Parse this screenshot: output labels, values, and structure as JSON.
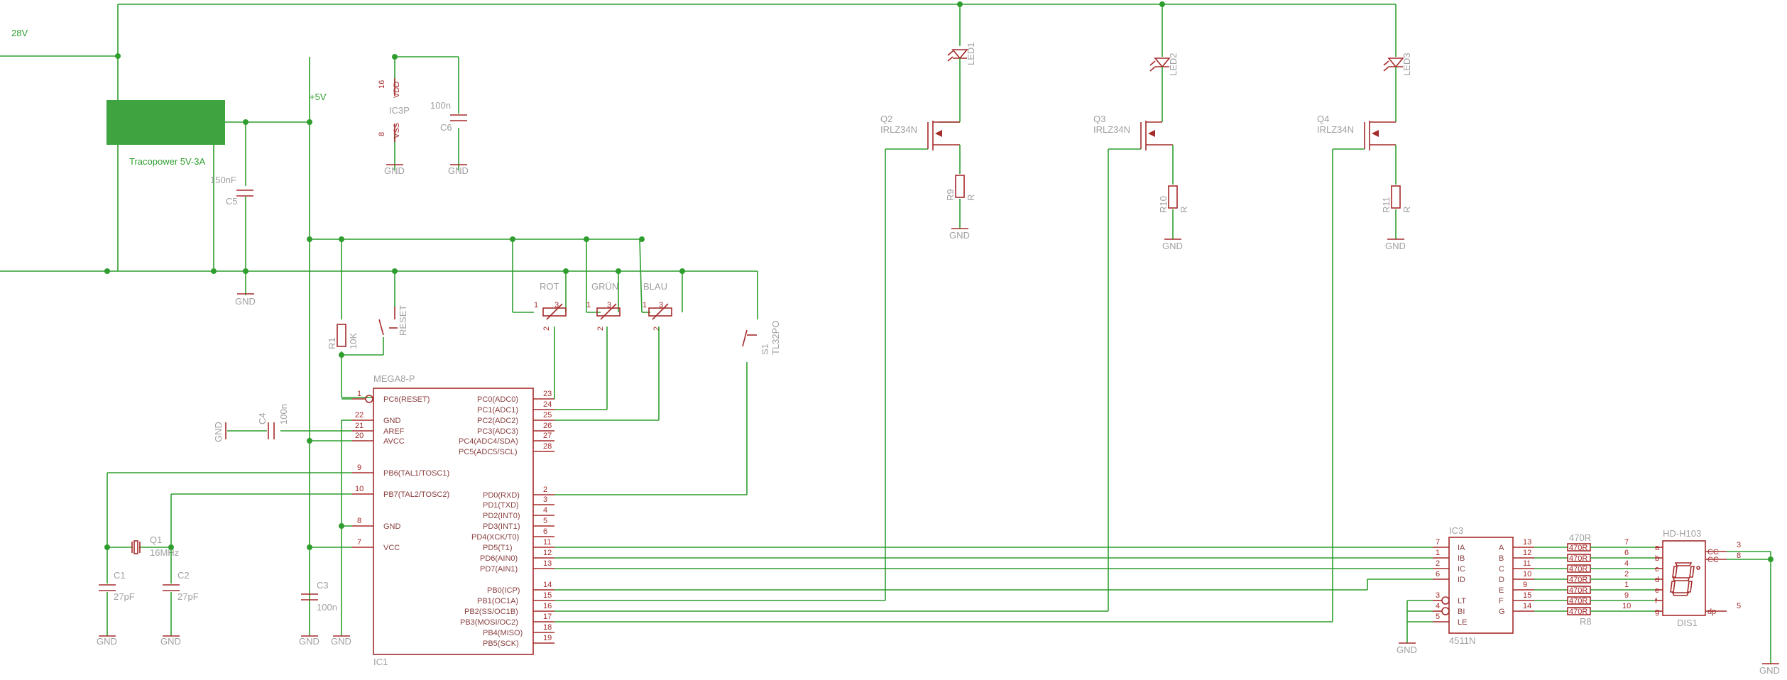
{
  "nets": {
    "v28": "28V",
    "v5": "+5V"
  },
  "gnd": "GND",
  "supply": {
    "label": "Tracopower 5V-3A"
  },
  "caps": {
    "c5": {
      "name": "C5",
      "value": "150nF"
    },
    "c6": {
      "name": "C6",
      "value": "100n"
    },
    "c4": {
      "name": "C4",
      "value": "100n"
    },
    "c3": {
      "name": "C3",
      "value": "100n"
    },
    "c1": {
      "name": "C1",
      "value": "27pF"
    },
    "c2": {
      "name": "C2",
      "value": "27pF"
    }
  },
  "ic3p": {
    "name": "IC3P",
    "vdd": "VDD",
    "vss": "VSS",
    "pin_top": "16",
    "pin_bot": "8"
  },
  "r1": {
    "name": "R1",
    "value": "10K"
  },
  "reset": {
    "name": "RESET"
  },
  "s1": {
    "name": "S1",
    "value": "TL32PO"
  },
  "pots": [
    {
      "name": "ROT"
    },
    {
      "name": "GRÜN"
    },
    {
      "name": "BLAU"
    }
  ],
  "pot_pins": {
    "a": "1",
    "b": "2",
    "c": "3"
  },
  "mosfets": [
    {
      "q": "Q2",
      "type": "IRLZ34N",
      "led": "LED1",
      "r": "R9",
      "rv": "R"
    },
    {
      "q": "Q3",
      "type": "IRLZ34N",
      "led": "LED2",
      "r": "R10",
      "rv": "R"
    },
    {
      "q": "Q4",
      "type": "IRLZ34N",
      "led": "LED3",
      "r": "R11",
      "rv": "R"
    }
  ],
  "mcu": {
    "name": "MEGA8-P",
    "ref": "IC1",
    "left": [
      {
        "n": "1",
        "t": "PC6(RESET)"
      },
      {
        "n": "22",
        "t": "GND"
      },
      {
        "n": "21",
        "t": "AREF"
      },
      {
        "n": "20",
        "t": "AVCC"
      },
      {
        "n": "9",
        "t": "PB6(TAL1/TOSC1)"
      },
      {
        "n": "10",
        "t": "PB7(TAL2/TOSC2)"
      },
      {
        "n": "8",
        "t": "GND"
      },
      {
        "n": "7",
        "t": "VCC"
      }
    ],
    "right": [
      {
        "n": "23",
        "t": "PC0(ADC0)"
      },
      {
        "n": "24",
        "t": "PC1(ADC1)"
      },
      {
        "n": "25",
        "t": "PC2(ADC2)"
      },
      {
        "n": "26",
        "t": "PC3(ADC3)"
      },
      {
        "n": "27",
        "t": "PC4(ADC4/SDA)"
      },
      {
        "n": "28",
        "t": "PC5(ADC5/SCL)"
      },
      {
        "n": "2",
        "t": "PD0(RXD)"
      },
      {
        "n": "3",
        "t": "PD1(TXD)"
      },
      {
        "n": "4",
        "t": "PD2(INT0)"
      },
      {
        "n": "5",
        "t": "PD3(INT1)"
      },
      {
        "n": "6",
        "t": "PD4(XCK/T0)"
      },
      {
        "n": "11",
        "t": "PD5(T1)"
      },
      {
        "n": "12",
        "t": "PD6(AIN0)"
      },
      {
        "n": "13",
        "t": "PD7(AIN1)"
      },
      {
        "n": "14",
        "t": "PB0(ICP)"
      },
      {
        "n": "15",
        "t": "PB1(OC1A)"
      },
      {
        "n": "16",
        "t": "PB2(SS/OC1B)"
      },
      {
        "n": "17",
        "t": "PB3(MOSI/OC2)"
      },
      {
        "n": "18",
        "t": "PB4(MISO)"
      },
      {
        "n": "19",
        "t": "PB5(SCK)"
      }
    ]
  },
  "crystal": {
    "name": "Q1",
    "value": "16MHz"
  },
  "decoder": {
    "name": "IC3",
    "part": "4511N",
    "in": [
      {
        "n": "7",
        "t": "IA"
      },
      {
        "n": "1",
        "t": "IB"
      },
      {
        "n": "2",
        "t": "IC"
      },
      {
        "n": "6",
        "t": "ID"
      },
      {
        "n": "3",
        "t": "LT"
      },
      {
        "n": "4",
        "t": "BI"
      },
      {
        "n": "5",
        "t": "LE"
      }
    ],
    "out": [
      {
        "n": "13",
        "t": "A"
      },
      {
        "n": "12",
        "t": "B"
      },
      {
        "n": "11",
        "t": "C"
      },
      {
        "n": "10",
        "t": "D"
      },
      {
        "n": "9",
        "t": "E"
      },
      {
        "n": "15",
        "t": "F"
      },
      {
        "n": "14",
        "t": "G"
      }
    ]
  },
  "rnet": {
    "name": "R8",
    "value": "470R",
    "cell": "470R"
  },
  "display": {
    "name": "HD-H103",
    "ref": "DIS1",
    "pins": [
      "7",
      "6",
      "4",
      "2",
      "1",
      "9",
      "10"
    ],
    "segs": [
      "a",
      "b",
      "c",
      "d",
      "e",
      "f",
      "g"
    ],
    "cc_pins": [
      "3",
      "8"
    ],
    "cc": "CC",
    "dp_pin": "5",
    "dp": "dp"
  }
}
